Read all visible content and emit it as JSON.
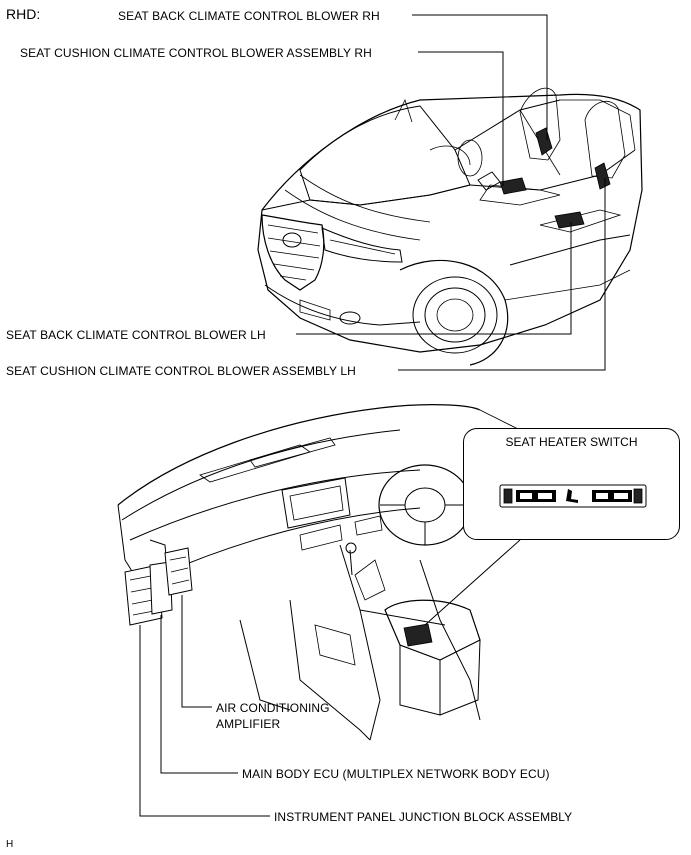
{
  "header": {
    "region": "RHD:"
  },
  "top_view": {
    "labels": [
      "SEAT BACK CLIMATE CONTROL BLOWER RH",
      "SEAT CUSHION CLIMATE CONTROL BLOWER ASSEMBLY RH",
      "SEAT BACK CLIMATE CONTROL BLOWER LH",
      "SEAT CUSHION CLIMATE CONTROL BLOWER ASSEMBLY LH"
    ]
  },
  "bottom_view": {
    "callout_title": "SEAT HEATER SWITCH",
    "labels": [
      "AIR CONDITIONING",
      "AMPLIFIER",
      "MAIN BODY ECU (MULTIPLEX NETWORK BODY ECU)",
      "INSTRUMENT PANEL JUNCTION BLOCK ASSEMBLY"
    ]
  },
  "footer": {
    "code": "H"
  }
}
